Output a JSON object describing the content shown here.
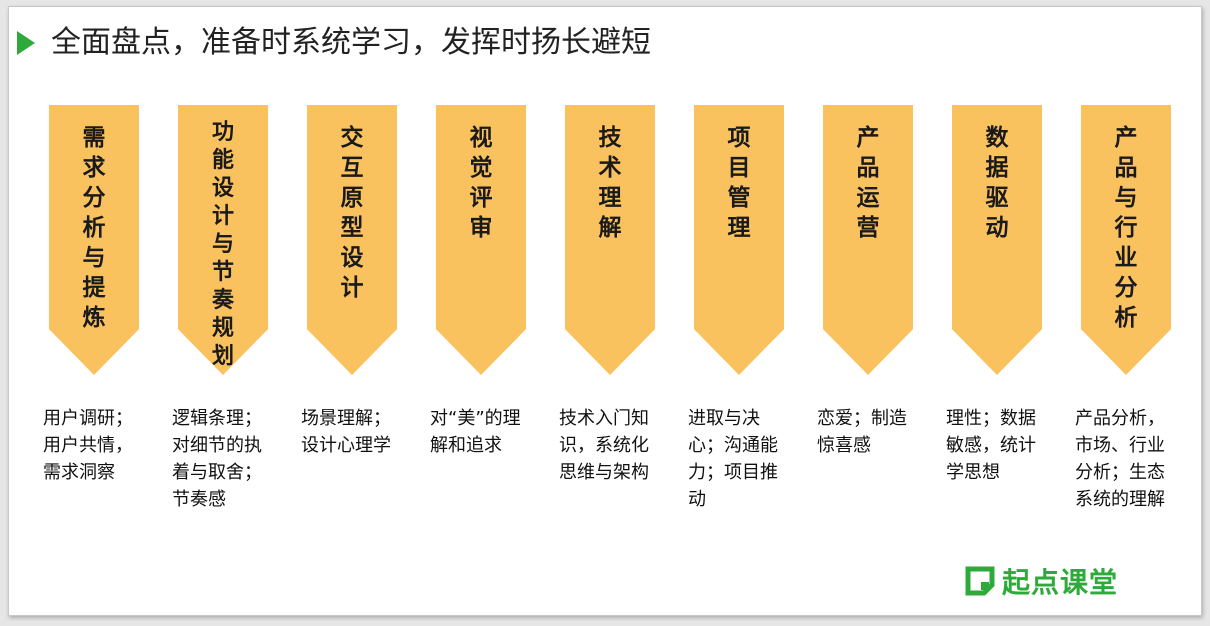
{
  "title": "全面盘点，准备时系统学习，发挥时扬长避短",
  "colors": {
    "accent_green": "#2eaa3a",
    "chevron_fill": "#f9c25e"
  },
  "columns": [
    {
      "label": "需求分析与提炼",
      "desc": "用户调研；用户共情，需求洞察"
    },
    {
      "label": "功能设计与节奏规划",
      "desc": "逻辑条理；对细节的执着与取舍；节奏感"
    },
    {
      "label": "交互原型设计",
      "desc": "场景理解；设计心理学"
    },
    {
      "label": "视觉评审",
      "desc": "对“美”的理解和追求"
    },
    {
      "label": "技术理解",
      "desc": "技术入门知识，系统化思维与架构"
    },
    {
      "label": "项目管理",
      "desc": "进取与决心；沟通能力；项目推动"
    },
    {
      "label": "产品运营",
      "desc": "恋爱；制造惊喜感"
    },
    {
      "label": "数据驱动",
      "desc": "理性；数据敏感，统计学思想"
    },
    {
      "label": "产品与行业分析",
      "desc": "产品分析，市场、行业分析；生态系统的理解"
    }
  ],
  "logo": {
    "text": "起点课堂",
    "icon": "qidian-logo-icon"
  }
}
